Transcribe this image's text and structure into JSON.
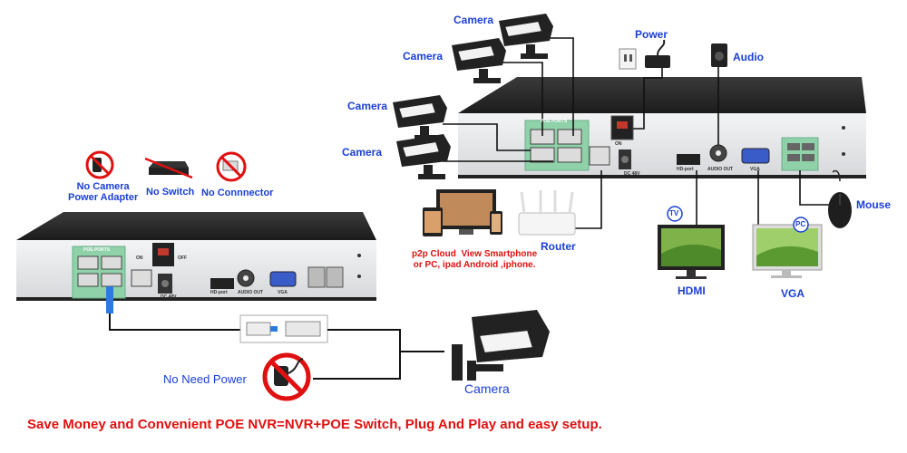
{
  "labels": {
    "camera_1": "Camera",
    "camera_2": "Camera",
    "camera_3": "Camera",
    "camera_4": "Camera",
    "camera_main": "Camera",
    "power": "Power",
    "audio": "Audio",
    "mouse": "Mouse",
    "hdmi": "HDMI",
    "vga": "VGA",
    "router": "Router",
    "tv_badge": "TV",
    "pc_badge": "PC",
    "no_camera_power_adapter": "No Camera\nPower Adapter",
    "no_switch": "No Switch",
    "no_connector": "No Connnector",
    "no_need_power": "No Need Power",
    "p2p_text": "p2p Cloud  View Smartphone\nor PC, ipad Android ,iphone.",
    "footer": "Save Money and Convenient POE NVR=NVR+POE Switch, Plug And Play and easy setup."
  },
  "port_labels": {
    "poe_ports": "POE PORTS",
    "on": "ON",
    "off": "OFF",
    "dc48v": "DC 48V",
    "hd_port": "HD-port",
    "audio_out": "AUDIO OUT",
    "vga": "VGA"
  },
  "colors": {
    "label_blue": "#1a3fd6",
    "label_red": "#e01010",
    "poe_green": "#8fd1a8",
    "nvr_top": "#2b2b2b",
    "nvr_face": "#e9eaec"
  }
}
